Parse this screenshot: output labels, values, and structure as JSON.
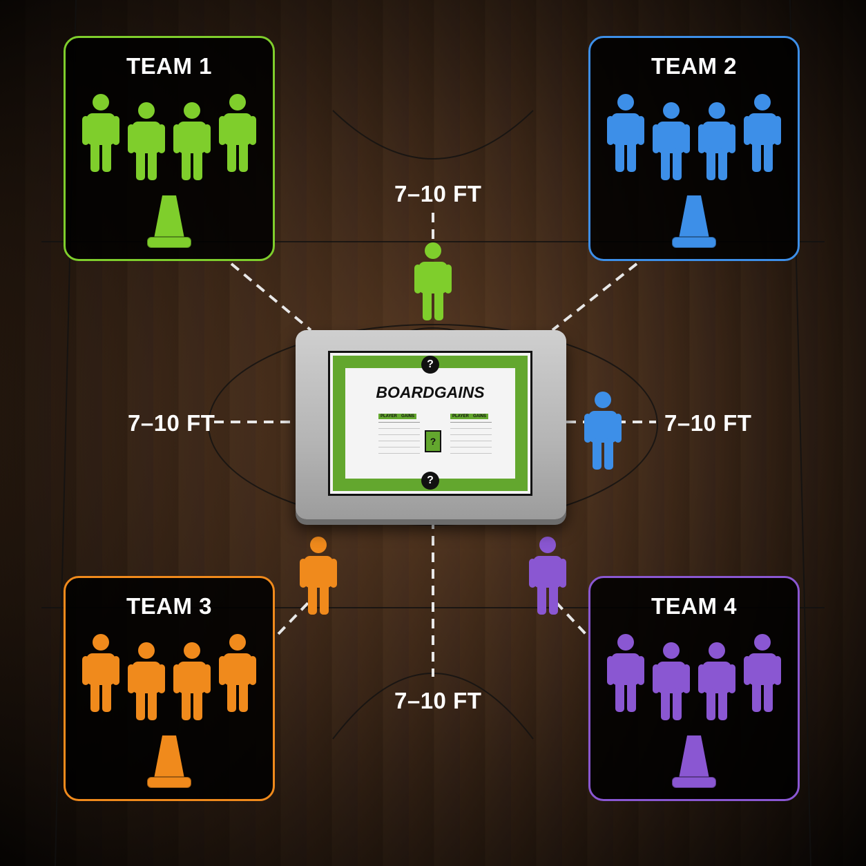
{
  "teams": [
    {
      "title": "TEAM 1",
      "color": "#7fce2c"
    },
    {
      "title": "TEAM 2",
      "color": "#3d8fe8"
    },
    {
      "title": "TEAM 3",
      "color": "#f08a1c"
    },
    {
      "title": "TEAM 4",
      "color": "#8a57d2"
    }
  ],
  "distances": {
    "top": "7–10 FT",
    "left": "7–10 FT",
    "right": "7–10 FT",
    "bottom": "7–10 FT"
  },
  "board": {
    "logo": "BOARDGAINS",
    "col_player": "PLAYER",
    "col_gains": "GAINS",
    "question_mark": "?"
  },
  "colors": {
    "dashed_line": "#e8e8e8",
    "court_line": "#1a1a1a",
    "board_green": "#63a72e"
  }
}
